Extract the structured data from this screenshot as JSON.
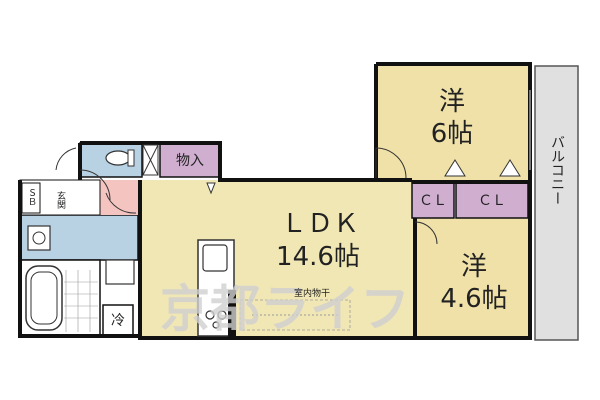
{
  "colors": {
    "bedroom": "#f0e1a8",
    "ldk": "#f1e7b4",
    "closet": "#cfaed0",
    "wet": "#b8d2e4",
    "entry": "#f4c4c0",
    "balcony": "#e0e0e0",
    "wall": "#111111",
    "watermark": "#cfcfcf"
  },
  "rooms": {
    "bedroom_large": {
      "type": "洋",
      "size": "6帖"
    },
    "bedroom_small": {
      "type": "洋",
      "size": "4.6帖"
    },
    "ldk": {
      "type": "ＬＤＫ",
      "size": "14.6帖"
    },
    "closet_1": "ＣＬ",
    "closet_2": "ＣＬ",
    "storage": "物入",
    "entrance": "玄関",
    "shoe_box": "ＳＢ",
    "fridge": "冷",
    "balcony": "バルコニー",
    "drying": "室内物干"
  },
  "watermark": "京都ライフ"
}
